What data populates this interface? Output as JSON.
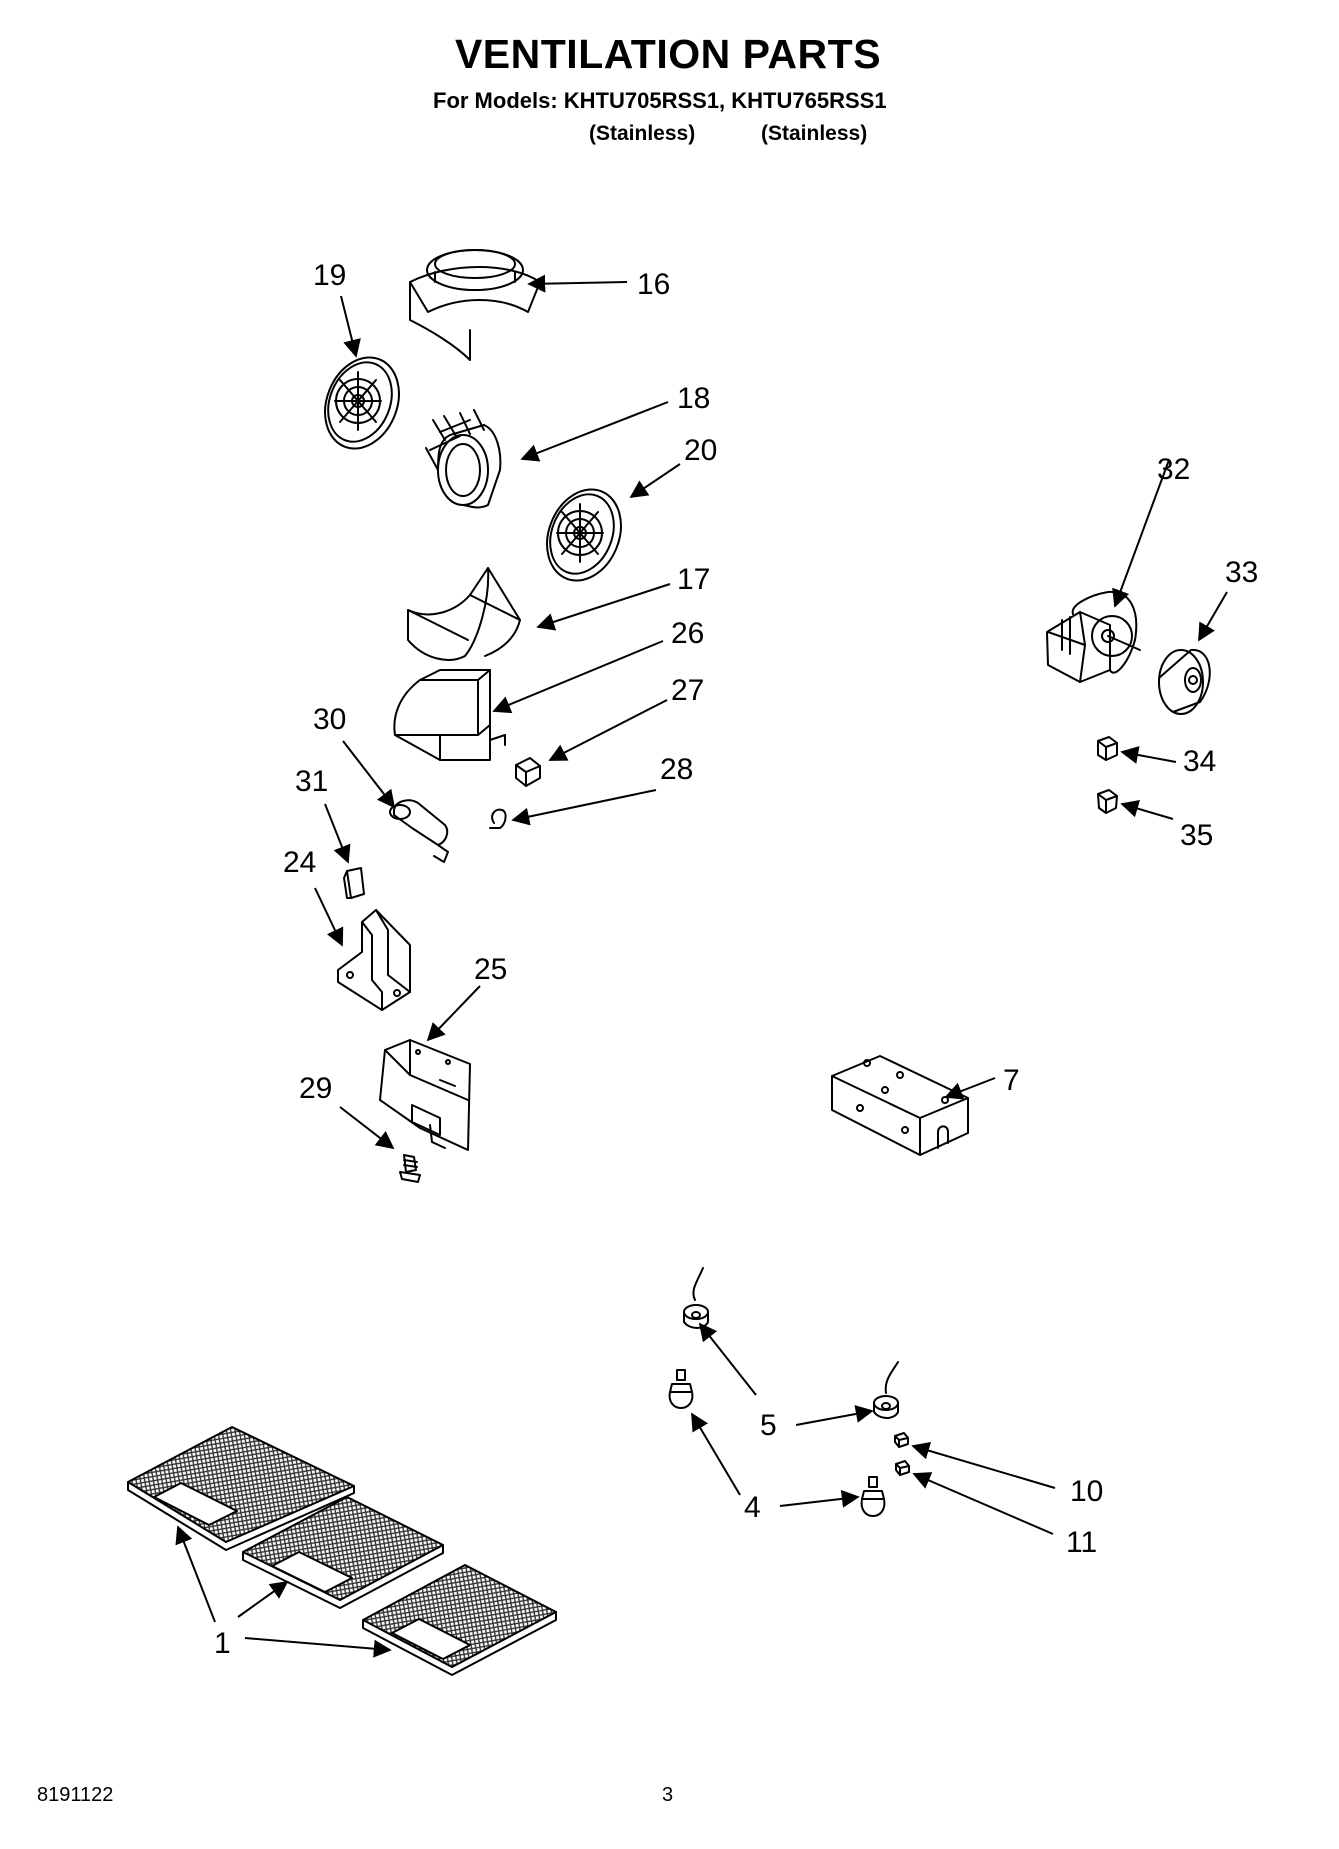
{
  "header": {
    "title": "VENTILATION PARTS",
    "models_line": "For Models: KHTU705RSS1, KHTU765RSS1",
    "variants": [
      "(Stainless)",
      "(Stainless)"
    ]
  },
  "callouts": {
    "c1": "1",
    "c4": "4",
    "c5": "5",
    "c7": "7",
    "c10": "10",
    "c11": "11",
    "c16": "16",
    "c17": "17",
    "c18": "18",
    "c19": "19",
    "c20": "20",
    "c24": "24",
    "c25": "25",
    "c26": "26",
    "c27": "27",
    "c28": "28",
    "c29": "29",
    "c30": "30",
    "c31": "31",
    "c32": "32",
    "c33": "33",
    "c34": "34",
    "c35": "35"
  },
  "footer": {
    "doc_code": "8191122",
    "page_number": "3"
  },
  "colors": {
    "ink": "#000000",
    "paper": "#ffffff",
    "mesh": "#555555"
  }
}
